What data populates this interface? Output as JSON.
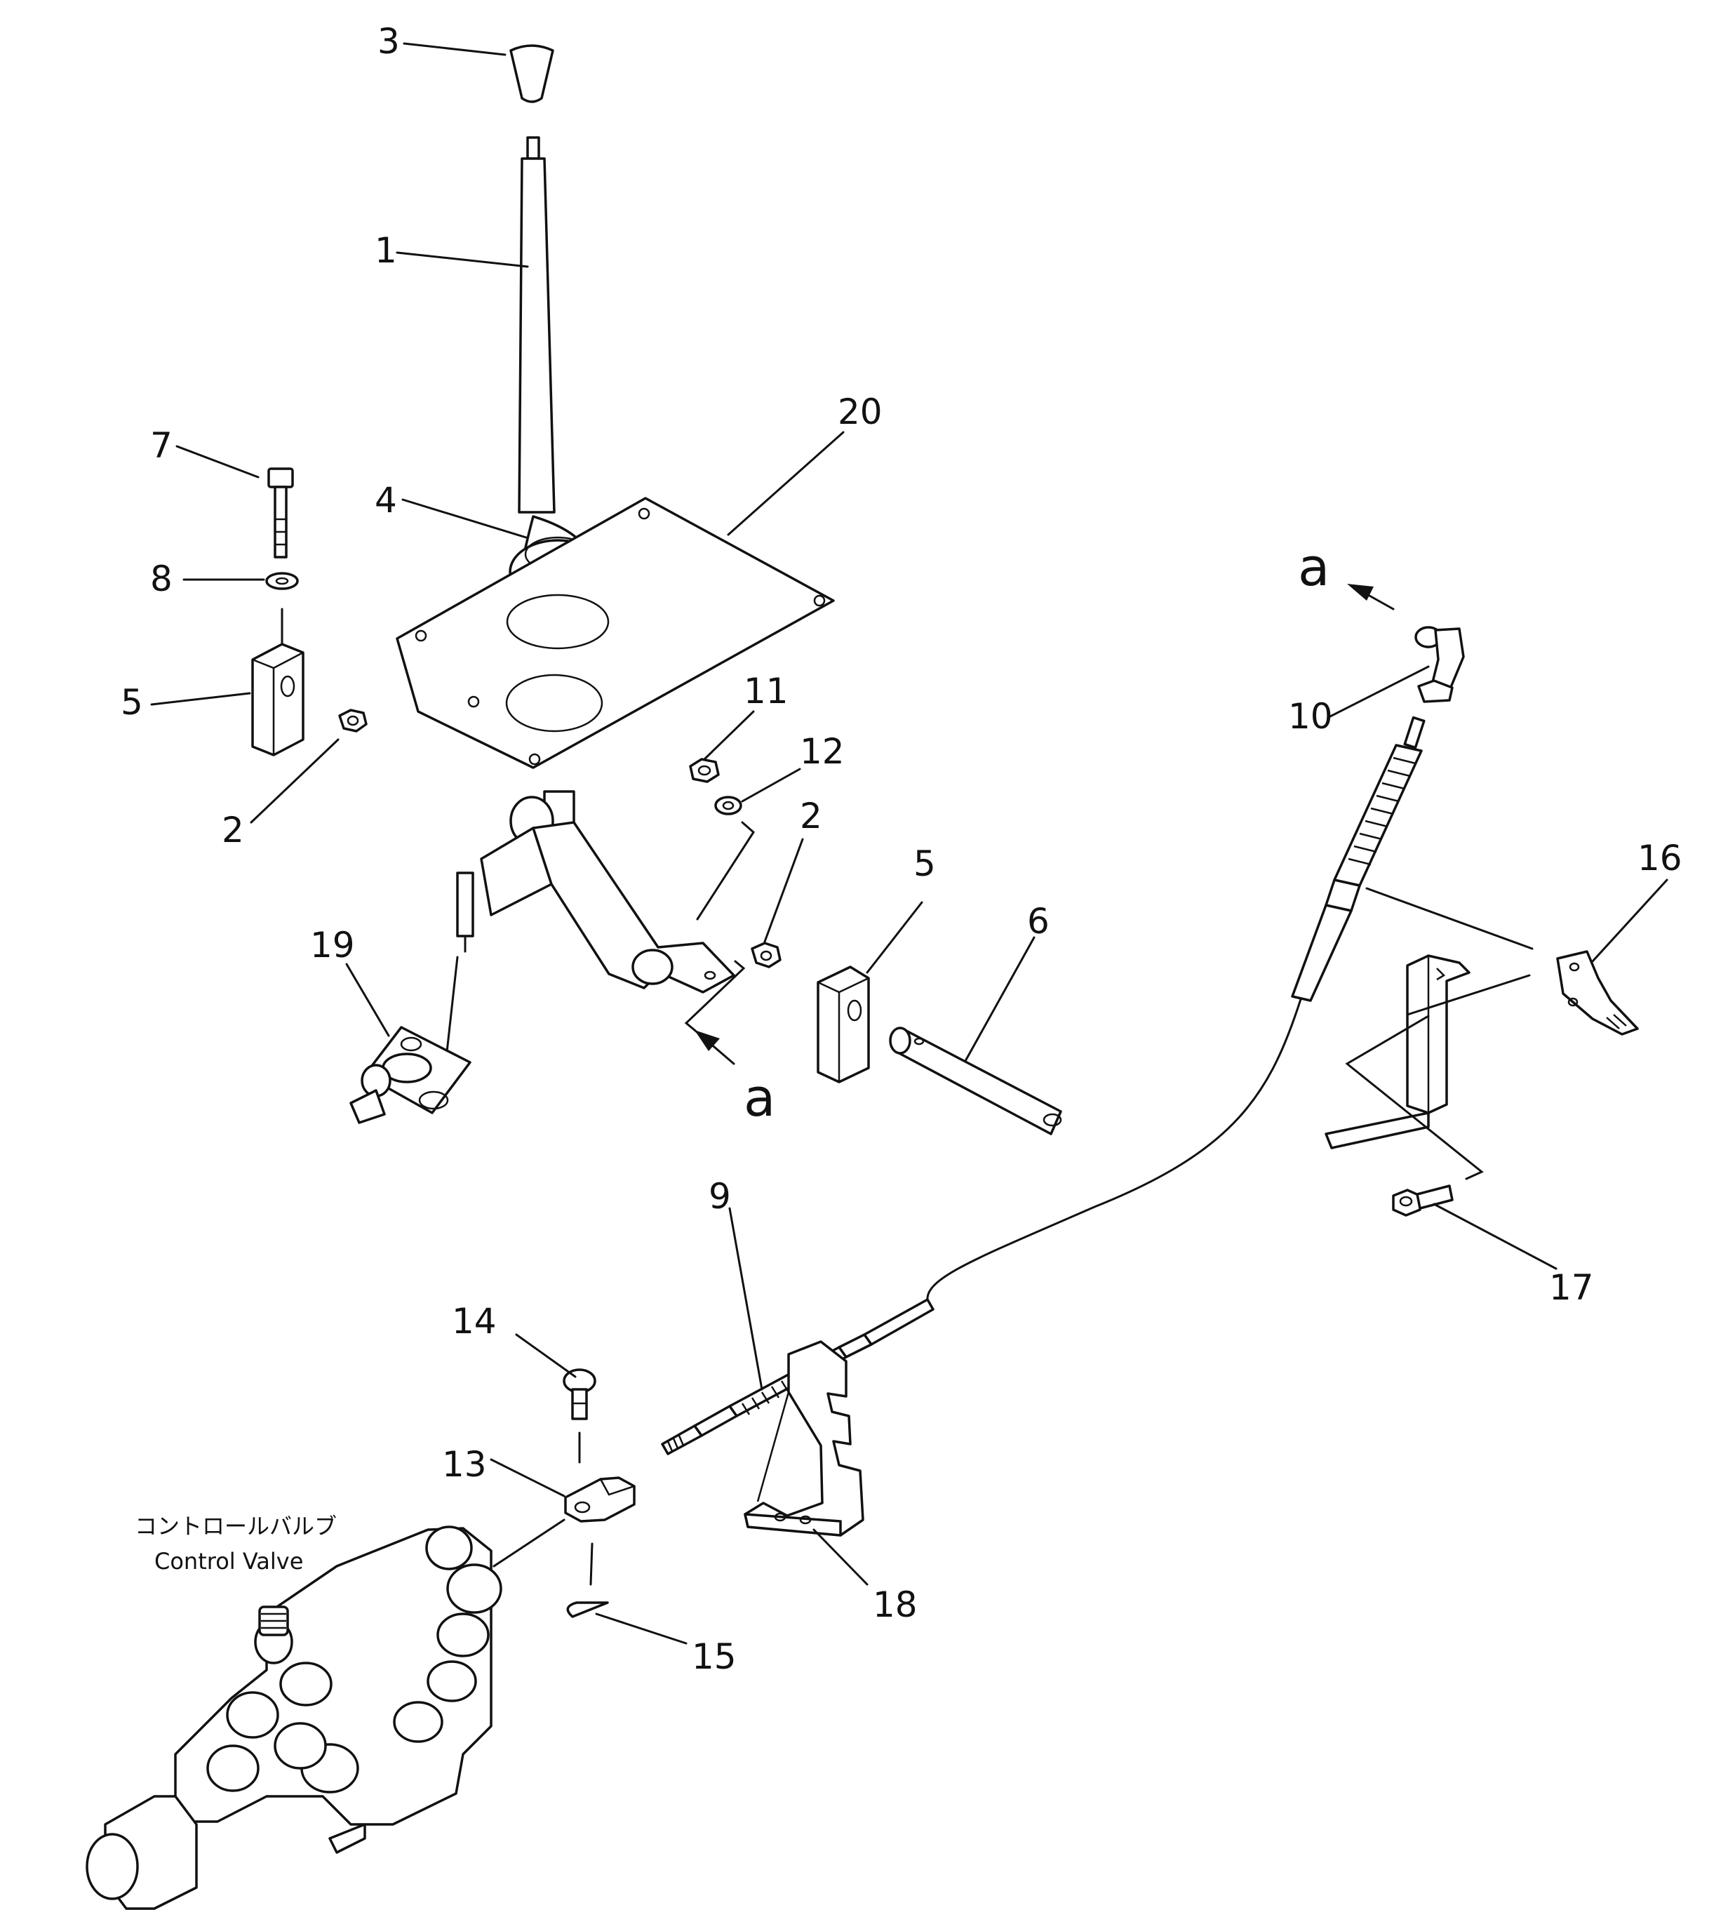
{
  "callouts": {
    "n1": "1",
    "n2a": "2",
    "n2b": "2",
    "n3": "3",
    "n4": "4",
    "n5a": "5",
    "n5b": "5",
    "n6": "6",
    "n7": "7",
    "n8": "8",
    "n9": "9",
    "n10": "10",
    "n11": "11",
    "n12": "12",
    "n13": "13",
    "n14": "14",
    "n15": "15",
    "n16": "16",
    "n17": "17",
    "n18": "18",
    "n19": "19",
    "n20": "20"
  },
  "refs": {
    "a_top": "a",
    "a_bottom": "a"
  },
  "control_valve": {
    "label_jp": "コントロールバルブ",
    "label_en": "Control Valve"
  }
}
